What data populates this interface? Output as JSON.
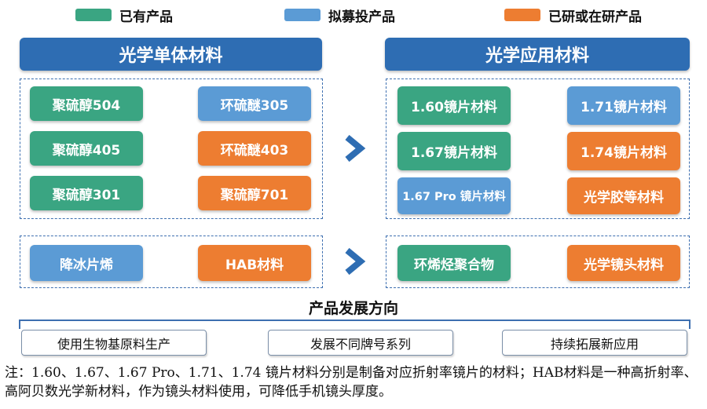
{
  "colors": {
    "existing": "#3aa582",
    "planned": "#5b9bd5",
    "developing": "#ed7d31",
    "header": "#2e6db3",
    "dash": "#3d6fb0"
  },
  "legend": [
    {
      "label": "已有产品",
      "color": "#3aa582"
    },
    {
      "label": "拟募投产品",
      "color": "#5b9bd5"
    },
    {
      "label": "已研或在研产品",
      "color": "#ed7d31"
    }
  ],
  "left_header": "光学单体材料",
  "right_header": "光学应用材料",
  "left_top_chips": [
    {
      "label": "聚硫醇504",
      "color": "#3aa582"
    },
    {
      "label": "环硫醚305",
      "color": "#5b9bd5"
    },
    {
      "label": "聚硫醇405",
      "color": "#3aa582"
    },
    {
      "label": "环硫醚403",
      "color": "#ed7d31"
    },
    {
      "label": "聚硫醇301",
      "color": "#3aa582"
    },
    {
      "label": "聚硫醇701",
      "color": "#ed7d31"
    }
  ],
  "right_top_chips": [
    {
      "label": "1.60镜片材料",
      "color": "#3aa582"
    },
    {
      "label": "1.71镜片材料",
      "color": "#5b9bd5"
    },
    {
      "label": "1.67镜片材料",
      "color": "#3aa582"
    },
    {
      "label": "1.74镜片材料",
      "color": "#ed7d31"
    },
    {
      "label": "1.67 Pro 镜片材料",
      "color": "#5b9bd5"
    },
    {
      "label": "光学胶等材料",
      "color": "#ed7d31"
    }
  ],
  "left_bottom_chips": [
    {
      "label": "降冰片烯",
      "color": "#5b9bd5"
    },
    {
      "label": "HAB材料",
      "color": "#ed7d31"
    }
  ],
  "right_bottom_chips": [
    {
      "label": "环烯烃聚合物",
      "color": "#3aa582"
    },
    {
      "label": "光学镜头材料",
      "color": "#ed7d31"
    }
  ],
  "directions_title": "产品发展方向",
  "directions": [
    "使用生物基原料生产",
    "发展不同牌号系列",
    "持续拓展新应用"
  ],
  "note": "注：1.60、1.67、1.67 Pro、1.71、1.74 镜片材料分别是制备对应折射率镜片的材料；HAB材料是一种高折射率、高阿贝数光学新材料，作为镜头材料使用，可降低手机镜头厚度。"
}
